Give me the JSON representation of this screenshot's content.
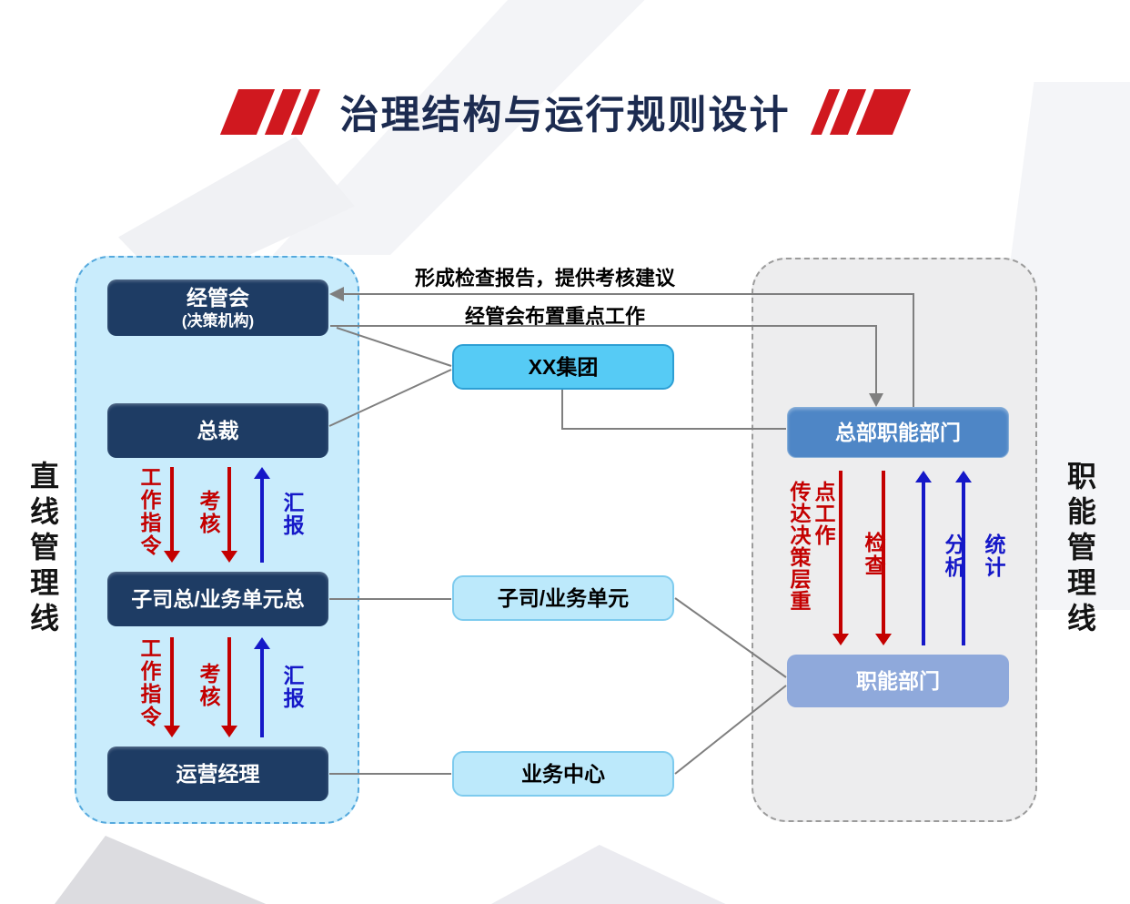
{
  "title": "治理结构与运行规则设计",
  "side_labels": {
    "left": "直线管理线",
    "right": "职能管理线"
  },
  "top_connectors": {
    "report_label": "形成检查报告，提供考核建议",
    "assign_label": "经管会布置重点工作"
  },
  "left_panel": {
    "boxes": {
      "committee_line1": "经管会",
      "committee_line2": "(决策机构)",
      "president": "总裁",
      "subsidiary_head": "子司总/业务单元总",
      "operations_manager": "运营经理"
    },
    "flows": {
      "work_directive": "工作指令",
      "assessment": "考核",
      "reporting": "汇报"
    }
  },
  "middle_column": {
    "group": "XX集团",
    "business_unit": "子司/业务单元",
    "business_center": "业务中心"
  },
  "right_panel": {
    "hq_functional_dept": "总部职能部门",
    "functional_dept": "职能部门",
    "flows": {
      "convey": "传达决策层重点工作",
      "inspect": "检查",
      "analyze": "分析",
      "statistics": "统计"
    }
  },
  "colors": {
    "navy": "#1e3c64",
    "panel-blue": "#c9ecfc",
    "panel-blue-border": "#55a9dd",
    "panel-gray": "#ededee",
    "panel-gray-border": "#9b9b9b",
    "cyan": "#56cbf5",
    "light-blue": "#bce9fb",
    "mid-blue": "#4e86c6",
    "periwinkle": "#8fa9db",
    "flow-red": "#c40000",
    "flow-blue": "#1518c8",
    "accent-red": "#d0181f",
    "title-color": "#1c2b50",
    "connector-gray": "#7f7f7f"
  }
}
